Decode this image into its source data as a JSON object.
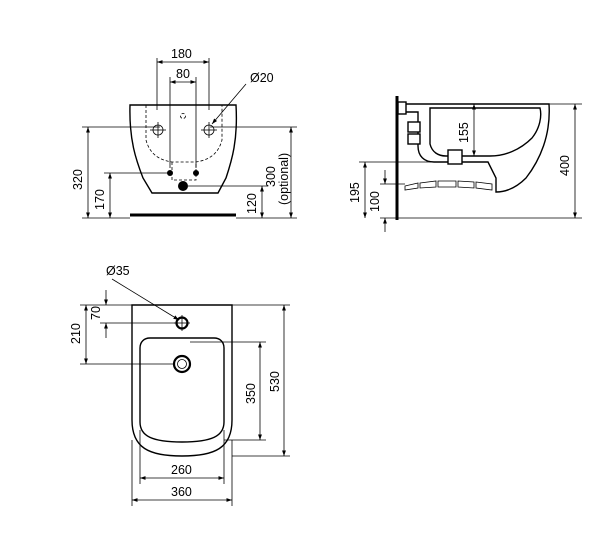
{
  "front_view": {
    "width_180": "180",
    "width_80": "80",
    "diameter_20": "Ø20",
    "height_320": "320",
    "height_170": "170",
    "height_300": "300",
    "optional_note": "(optional)",
    "height_120": "120"
  },
  "side_view": {
    "height_155": "155",
    "height_400": "400",
    "height_195": "195",
    "height_100": "100"
  },
  "top_view": {
    "diameter_35": "Ø35",
    "offset_70": "70",
    "offset_210": "210",
    "length_350": "350",
    "length_530": "530",
    "width_260": "260",
    "width_360": "360"
  }
}
